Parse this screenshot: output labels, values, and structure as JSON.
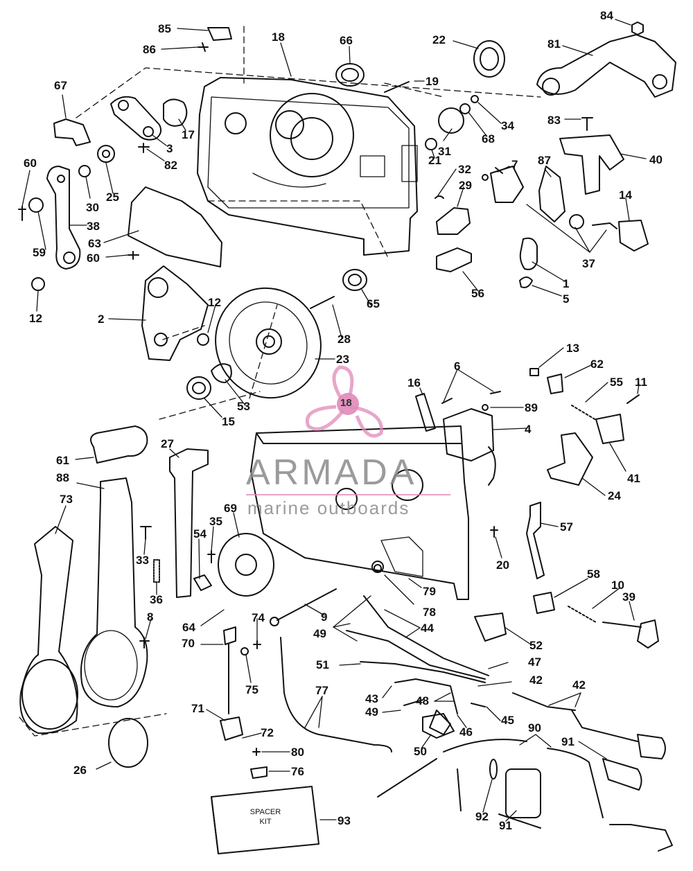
{
  "labels": [
    {
      "id": "85",
      "text": "85"
    },
    {
      "id": "86",
      "text": "86"
    },
    {
      "id": "18a",
      "text": "18"
    },
    {
      "id": "66",
      "text": "66"
    },
    {
      "id": "22",
      "text": "22"
    },
    {
      "id": "19",
      "text": "19"
    },
    {
      "id": "84",
      "text": "84"
    },
    {
      "id": "81",
      "text": "81"
    },
    {
      "id": "67",
      "text": "67"
    },
    {
      "id": "17",
      "text": "17"
    },
    {
      "id": "3",
      "text": "3"
    },
    {
      "id": "82",
      "text": "82"
    },
    {
      "id": "34",
      "text": "34"
    },
    {
      "id": "68",
      "text": "68"
    },
    {
      "id": "83",
      "text": "83"
    },
    {
      "id": "31",
      "text": "31"
    },
    {
      "id": "40",
      "text": "40"
    },
    {
      "id": "60a",
      "text": "60"
    },
    {
      "id": "30",
      "text": "30"
    },
    {
      "id": "25",
      "text": "25"
    },
    {
      "id": "21",
      "text": "21"
    },
    {
      "id": "32",
      "text": "32"
    },
    {
      "id": "29",
      "text": "29"
    },
    {
      "id": "7",
      "text": "7"
    },
    {
      "id": "87",
      "text": "87"
    },
    {
      "id": "14",
      "text": "14"
    },
    {
      "id": "38",
      "text": "38"
    },
    {
      "id": "63",
      "text": "63"
    },
    {
      "id": "59",
      "text": "59"
    },
    {
      "id": "60b",
      "text": "60"
    },
    {
      "id": "37",
      "text": "37"
    },
    {
      "id": "1",
      "text": "1"
    },
    {
      "id": "5",
      "text": "5"
    },
    {
      "id": "12a",
      "text": "12"
    },
    {
      "id": "2",
      "text": "2"
    },
    {
      "id": "12b",
      "text": "12"
    },
    {
      "id": "56",
      "text": "56"
    },
    {
      "id": "65",
      "text": "65"
    },
    {
      "id": "28",
      "text": "28"
    },
    {
      "id": "23",
      "text": "23"
    },
    {
      "id": "13",
      "text": "13"
    },
    {
      "id": "62",
      "text": "62"
    },
    {
      "id": "6",
      "text": "6"
    },
    {
      "id": "16",
      "text": "16"
    },
    {
      "id": "55",
      "text": "55"
    },
    {
      "id": "11",
      "text": "11"
    },
    {
      "id": "89",
      "text": "89"
    },
    {
      "id": "53",
      "text": "53"
    },
    {
      "id": "15",
      "text": "15"
    },
    {
      "id": "4",
      "text": "4"
    },
    {
      "id": "27",
      "text": "27"
    },
    {
      "id": "61",
      "text": "61"
    },
    {
      "id": "88",
      "text": "88"
    },
    {
      "id": "41",
      "text": "41"
    },
    {
      "id": "24",
      "text": "24"
    },
    {
      "id": "73",
      "text": "73"
    },
    {
      "id": "69",
      "text": "69"
    },
    {
      "id": "35",
      "text": "35"
    },
    {
      "id": "54",
      "text": "54"
    },
    {
      "id": "57",
      "text": "57"
    },
    {
      "id": "33",
      "text": "33"
    },
    {
      "id": "20",
      "text": "20"
    },
    {
      "id": "36",
      "text": "36"
    },
    {
      "id": "58",
      "text": "58"
    },
    {
      "id": "10",
      "text": "10"
    },
    {
      "id": "39",
      "text": "39"
    },
    {
      "id": "79",
      "text": "79"
    },
    {
      "id": "8",
      "text": "8"
    },
    {
      "id": "9",
      "text": "9"
    },
    {
      "id": "78",
      "text": "78"
    },
    {
      "id": "64",
      "text": "64"
    },
    {
      "id": "74",
      "text": "74"
    },
    {
      "id": "49a",
      "text": "49"
    },
    {
      "id": "44",
      "text": "44"
    },
    {
      "id": "52",
      "text": "52"
    },
    {
      "id": "70",
      "text": "70"
    },
    {
      "id": "47",
      "text": "47"
    },
    {
      "id": "51",
      "text": "51"
    },
    {
      "id": "75",
      "text": "75"
    },
    {
      "id": "42a",
      "text": "42"
    },
    {
      "id": "42b",
      "text": "42"
    },
    {
      "id": "77",
      "text": "77"
    },
    {
      "id": "43",
      "text": "43"
    },
    {
      "id": "48",
      "text": "48"
    },
    {
      "id": "49b",
      "text": "49"
    },
    {
      "id": "45",
      "text": "45"
    },
    {
      "id": "71",
      "text": "71"
    },
    {
      "id": "46",
      "text": "46"
    },
    {
      "id": "72",
      "text": "72"
    },
    {
      "id": "90",
      "text": "90"
    },
    {
      "id": "91a",
      "text": "91"
    },
    {
      "id": "50",
      "text": "50"
    },
    {
      "id": "80",
      "text": "80"
    },
    {
      "id": "26",
      "text": "26"
    },
    {
      "id": "76",
      "text": "76"
    },
    {
      "id": "93",
      "text": "93"
    },
    {
      "id": "92",
      "text": "92"
    },
    {
      "id": "91b",
      "text": "91"
    }
  ],
  "spacer_kit": {
    "line1": "SPACER",
    "line2": "KIT"
  },
  "watermark": {
    "brand": "ARMADA",
    "tagline": "marine outboards",
    "badge": "18",
    "color": "#e08ab8"
  }
}
